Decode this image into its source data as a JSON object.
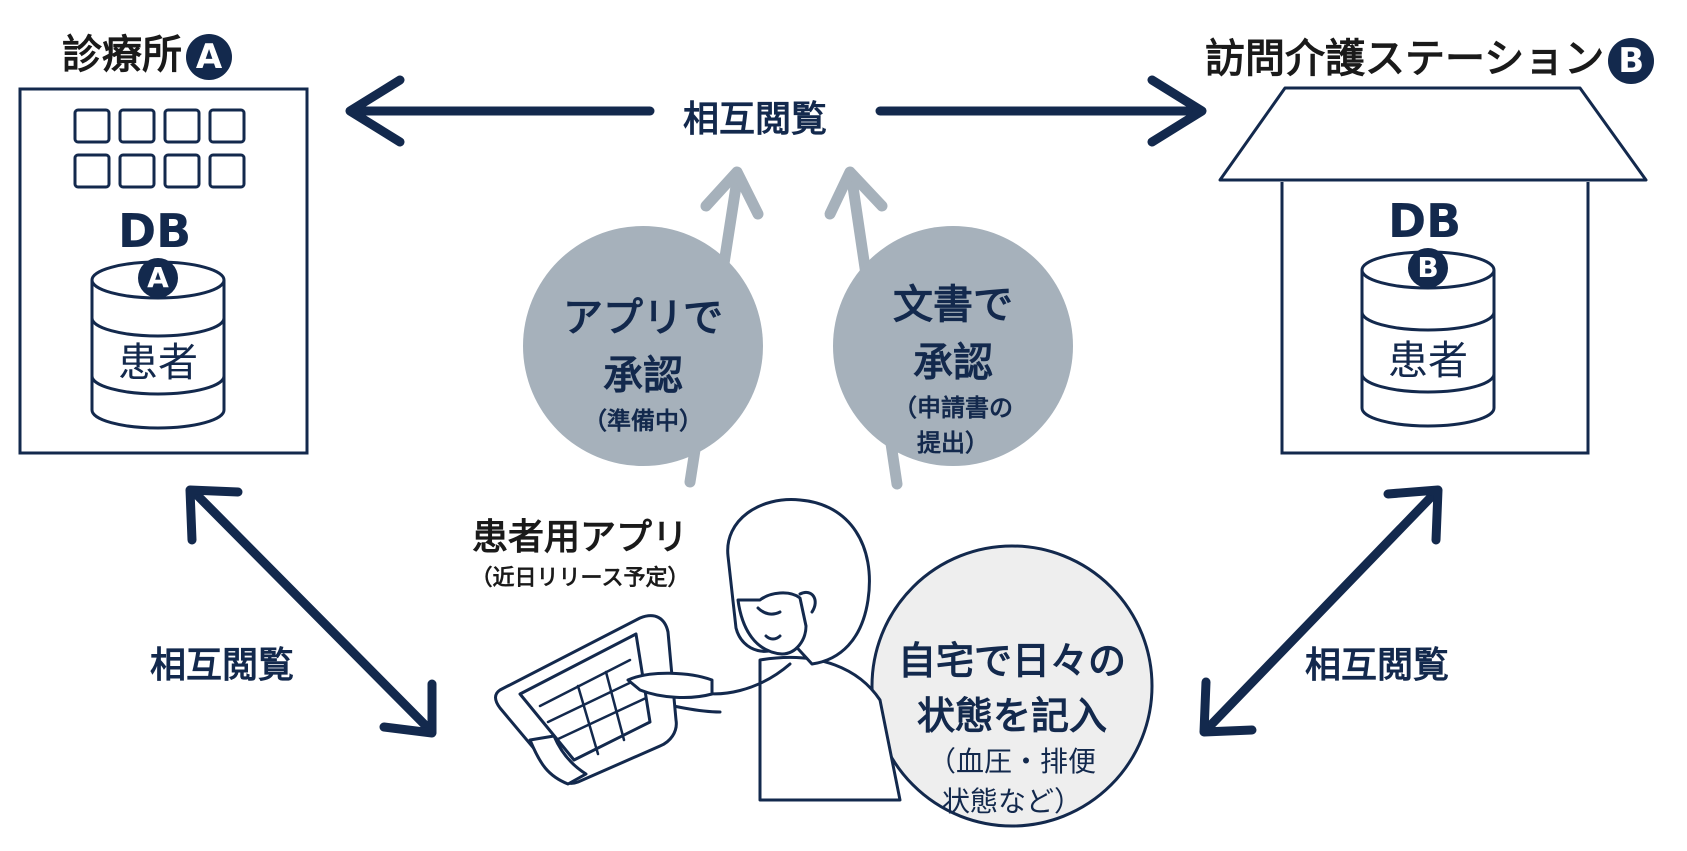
{
  "clinic": {
    "title": "診療所",
    "badge": "A",
    "db_label": "DB",
    "db_badge": "A",
    "db_content": "患者"
  },
  "station": {
    "title": "訪問介護ステーション",
    "badge": "B",
    "db_label": "DB",
    "db_badge": "B",
    "db_content": "患者"
  },
  "arrows": {
    "top_label": "相互閲覧",
    "left_label": "相互閲覧",
    "right_label": "相互閲覧"
  },
  "bubble_app": {
    "line1": "アプリで",
    "line2": "承認",
    "note": "（準備中）"
  },
  "bubble_doc": {
    "line1": "文書で",
    "line2": "承認",
    "note1": "（申請書の",
    "note2": "提出）"
  },
  "patient_app": {
    "title": "患者用アプリ",
    "note": "（近日リリース予定）"
  },
  "bubble_home": {
    "line1": "自宅で日々の",
    "line2": "状態を記入",
    "note1": "（血圧・排便",
    "note2": "状態など）"
  },
  "colors": {
    "navy": "#13294d",
    "gray": "#a6b1bb",
    "light": "#eeeeee"
  }
}
